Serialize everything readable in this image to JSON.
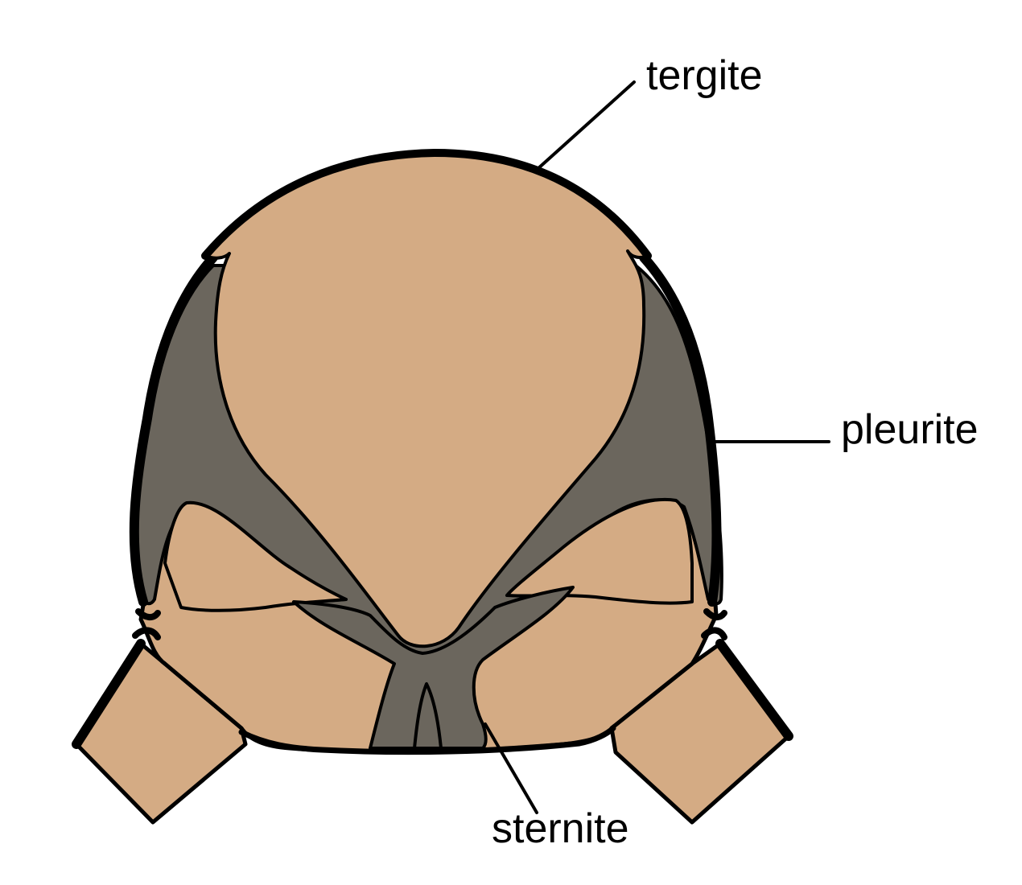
{
  "labels": {
    "tergite": "tergite",
    "pleurite": "pleurite",
    "sternite": "sternite"
  },
  "colors": {
    "body_tan": "#d4ab84",
    "pleurite_gray": "#6b665d",
    "outline": "#000000",
    "background": "#ffffff"
  }
}
